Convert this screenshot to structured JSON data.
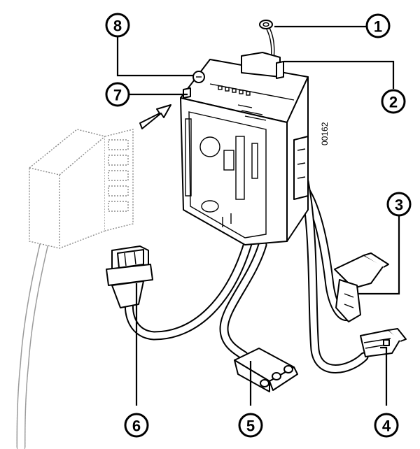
{
  "callouts": [
    {
      "id": "1",
      "label": "1"
    },
    {
      "id": "2",
      "label": "2"
    },
    {
      "id": "3",
      "label": "3"
    },
    {
      "id": "4",
      "label": "4"
    },
    {
      "id": "5",
      "label": "5"
    },
    {
      "id": "6",
      "label": "6"
    },
    {
      "id": "7",
      "label": "7"
    },
    {
      "id": "8",
      "label": "8"
    }
  ],
  "drawing_code": "00162",
  "colors": {
    "line": "#000000",
    "ghost": "#8a8a8a",
    "background": "#ffffff"
  }
}
